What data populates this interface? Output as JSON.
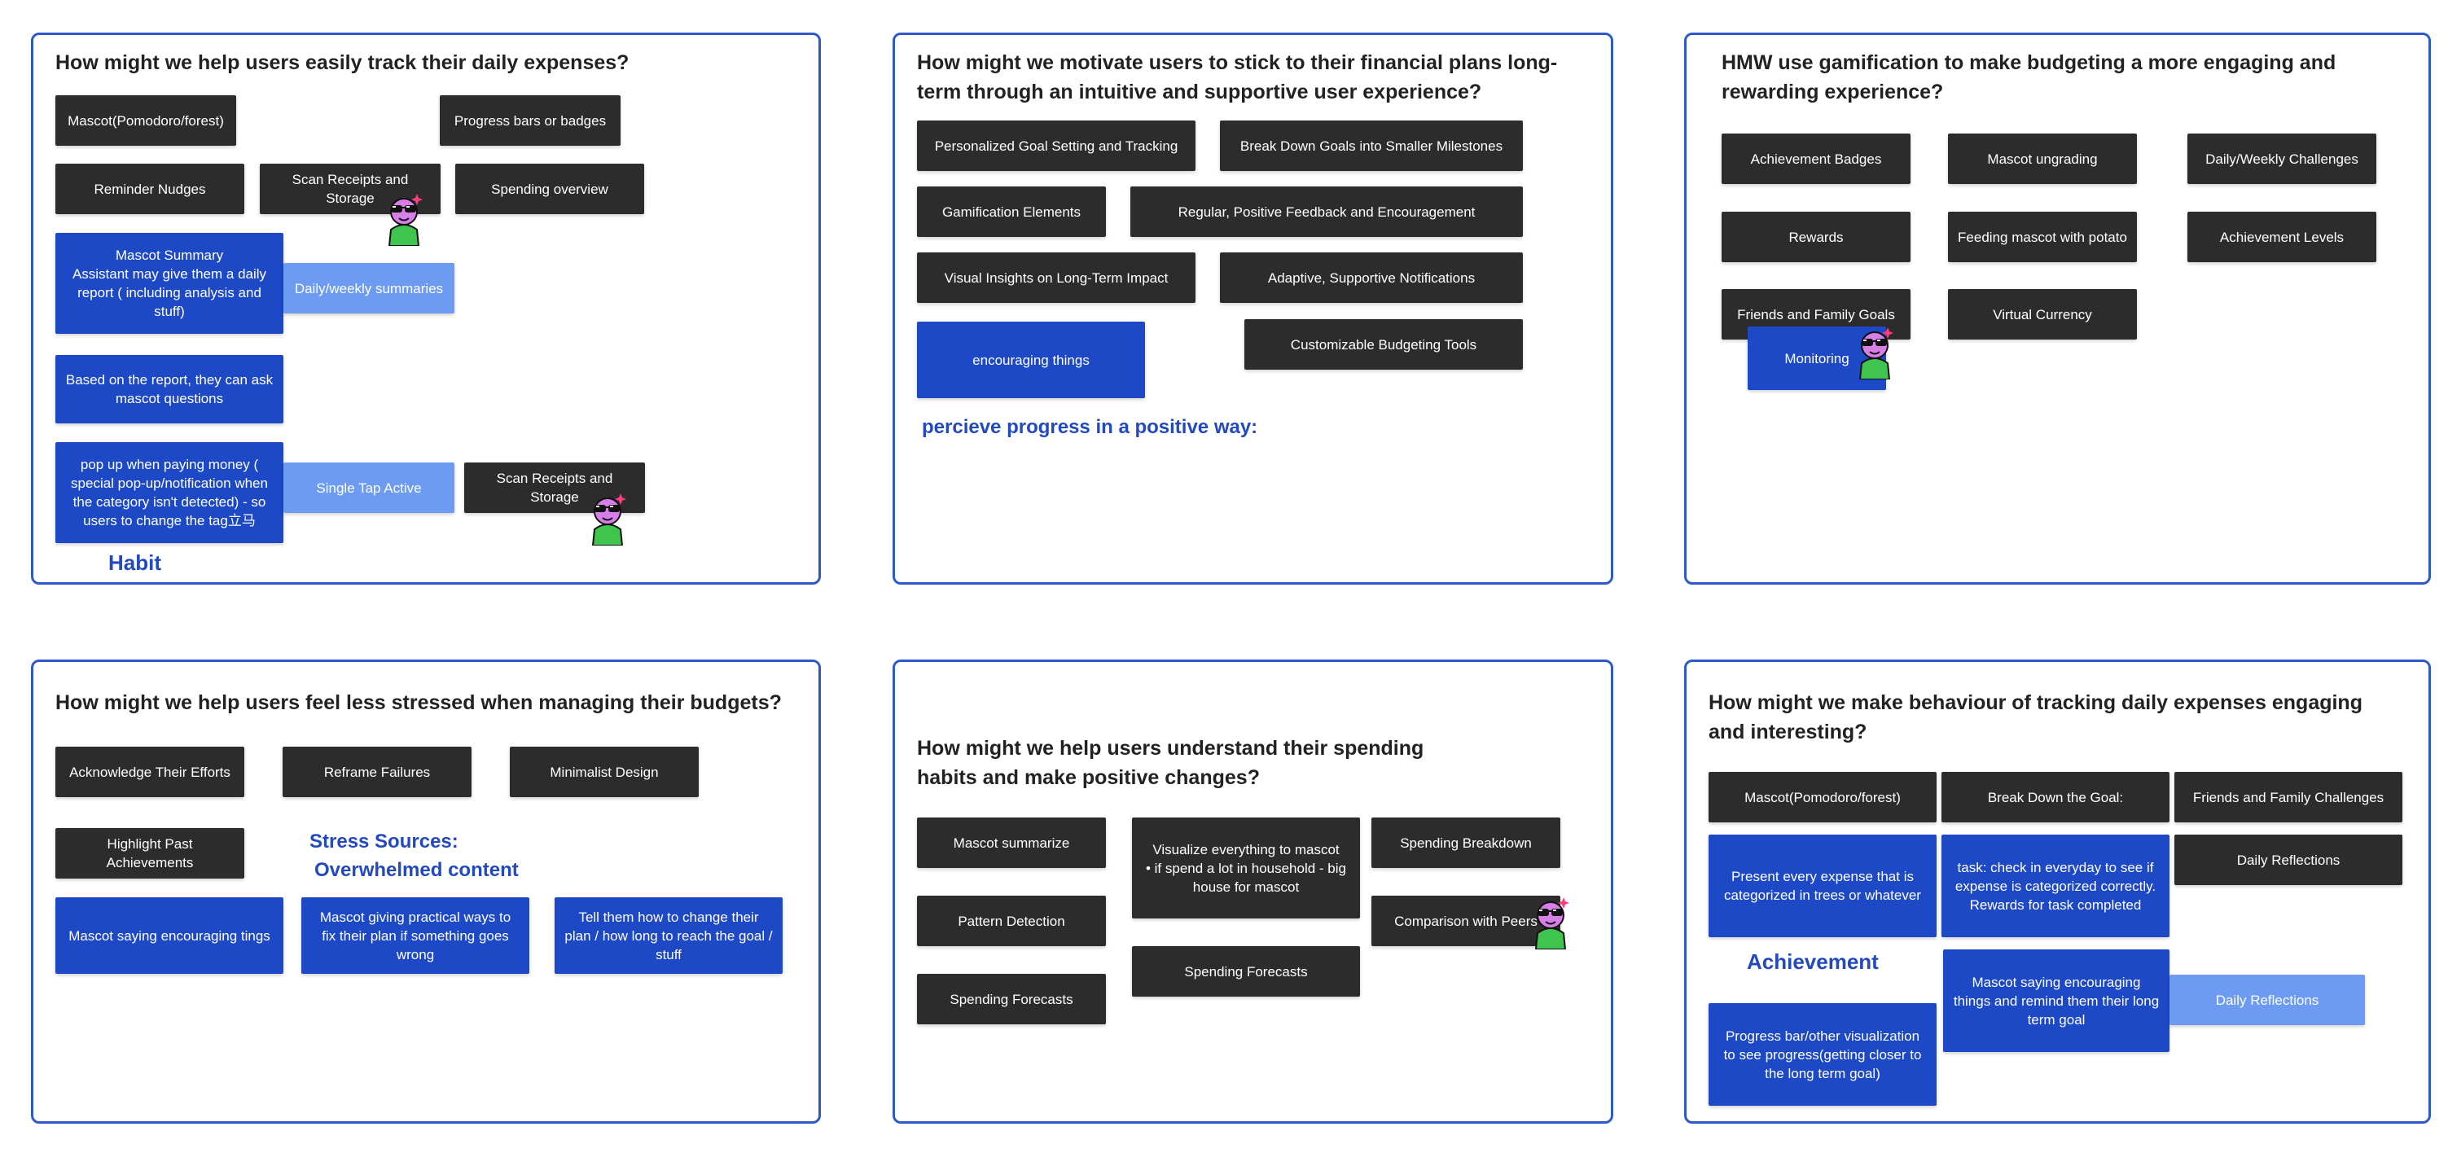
{
  "frames": [
    {
      "title": "How might we help users easily track their daily expenses?",
      "notes": [
        "Mascot(Pomodoro/forest)",
        "Progress bars or badges",
        "Reminder Nudges",
        "Scan Receipts and Storage",
        "Spending overview",
        "Mascot Summary\nAssistant may give them a daily report ( including analysis and stuff)",
        "Daily/weekly summaries",
        "Based on the report, they can ask mascot questions",
        "pop up when paying money ( special pop-up/notification when the category isn't detected) - so users to change the tag立马",
        "Single Tap Active",
        "Scan Receipts and Storage"
      ],
      "label": "Habit"
    },
    {
      "title": "How might we motivate users to stick to their financial plans long-term through an intuitive and supportive user experience?",
      "notes": [
        "Personalized Goal Setting and Tracking",
        "Break Down Goals into Smaller Milestones",
        "Gamification Elements",
        "Regular, Positive Feedback and Encouragement",
        "Visual Insights on Long-Term Impact",
        "Adaptive, Supportive Notifications",
        "encouraging things",
        "Customizable Budgeting Tools"
      ],
      "label": "percieve progress in a positive way:"
    },
    {
      "title": "HMW use gamification to make budgeting a more engaging and rewarding experience?",
      "notes": [
        "Achievement Badges",
        "Mascot ungrading",
        "Daily/Weekly Challenges",
        "Rewards",
        "Feeding mascot with potato",
        "Achievement Levels",
        "Friends and Family Goals",
        "Virtual Currency",
        "Monitoring"
      ]
    },
    {
      "title": "How might we help users feel less stressed when managing their budgets?",
      "notes": [
        "Acknowledge Their Efforts",
        "Reframe Failures",
        "Minimalist Design",
        "Highlight Past Achievements",
        "Mascot saying encouraging tings",
        "Mascot giving practical ways to fix their plan if something goes wrong",
        "Tell them how to change their plan / how long to reach the goal / stuff"
      ],
      "labels": [
        "Stress Sources:",
        "Overwhelmed content"
      ]
    },
    {
      "title": "How might we help users understand their spending habits and make positive changes?",
      "notes": [
        "Mascot summarize",
        "Spending Breakdown",
        "Pattern Detection",
        "Comparison with Peers",
        "Spending Forecasts",
        "Spending Forecasts"
      ],
      "visualize_note": {
        "text": "Visualize everything to mascot",
        "bullet": "• if spend a lot in household - big house for mascot"
      }
    },
    {
      "title": "How might we make behaviour of tracking daily expenses engaging and interesting?",
      "notes": [
        "Mascot(Pomodoro/forest)",
        "Break Down the Goal:",
        "Friends and Family Challenges",
        "Present every expense that is categorized in trees or whatever",
        "task: check in everyday to see if expense is categorized correctly. Rewards for task completed",
        "Daily Reflections",
        "Mascot saying encouraging things and remind them their long term goal",
        "Daily Reflections",
        "Progress bar/other visualization to see progress(getting closer to the long term goal)"
      ],
      "label": "Achievement"
    }
  ],
  "colors": {
    "frame_border": "#2f58c8",
    "dark_note": "#2c2c2c",
    "blue_note": "#1d48c6",
    "light_note": "#6d9bf2",
    "label_text": "#2249bd"
  },
  "icons": [
    "mascot-sticker"
  ]
}
